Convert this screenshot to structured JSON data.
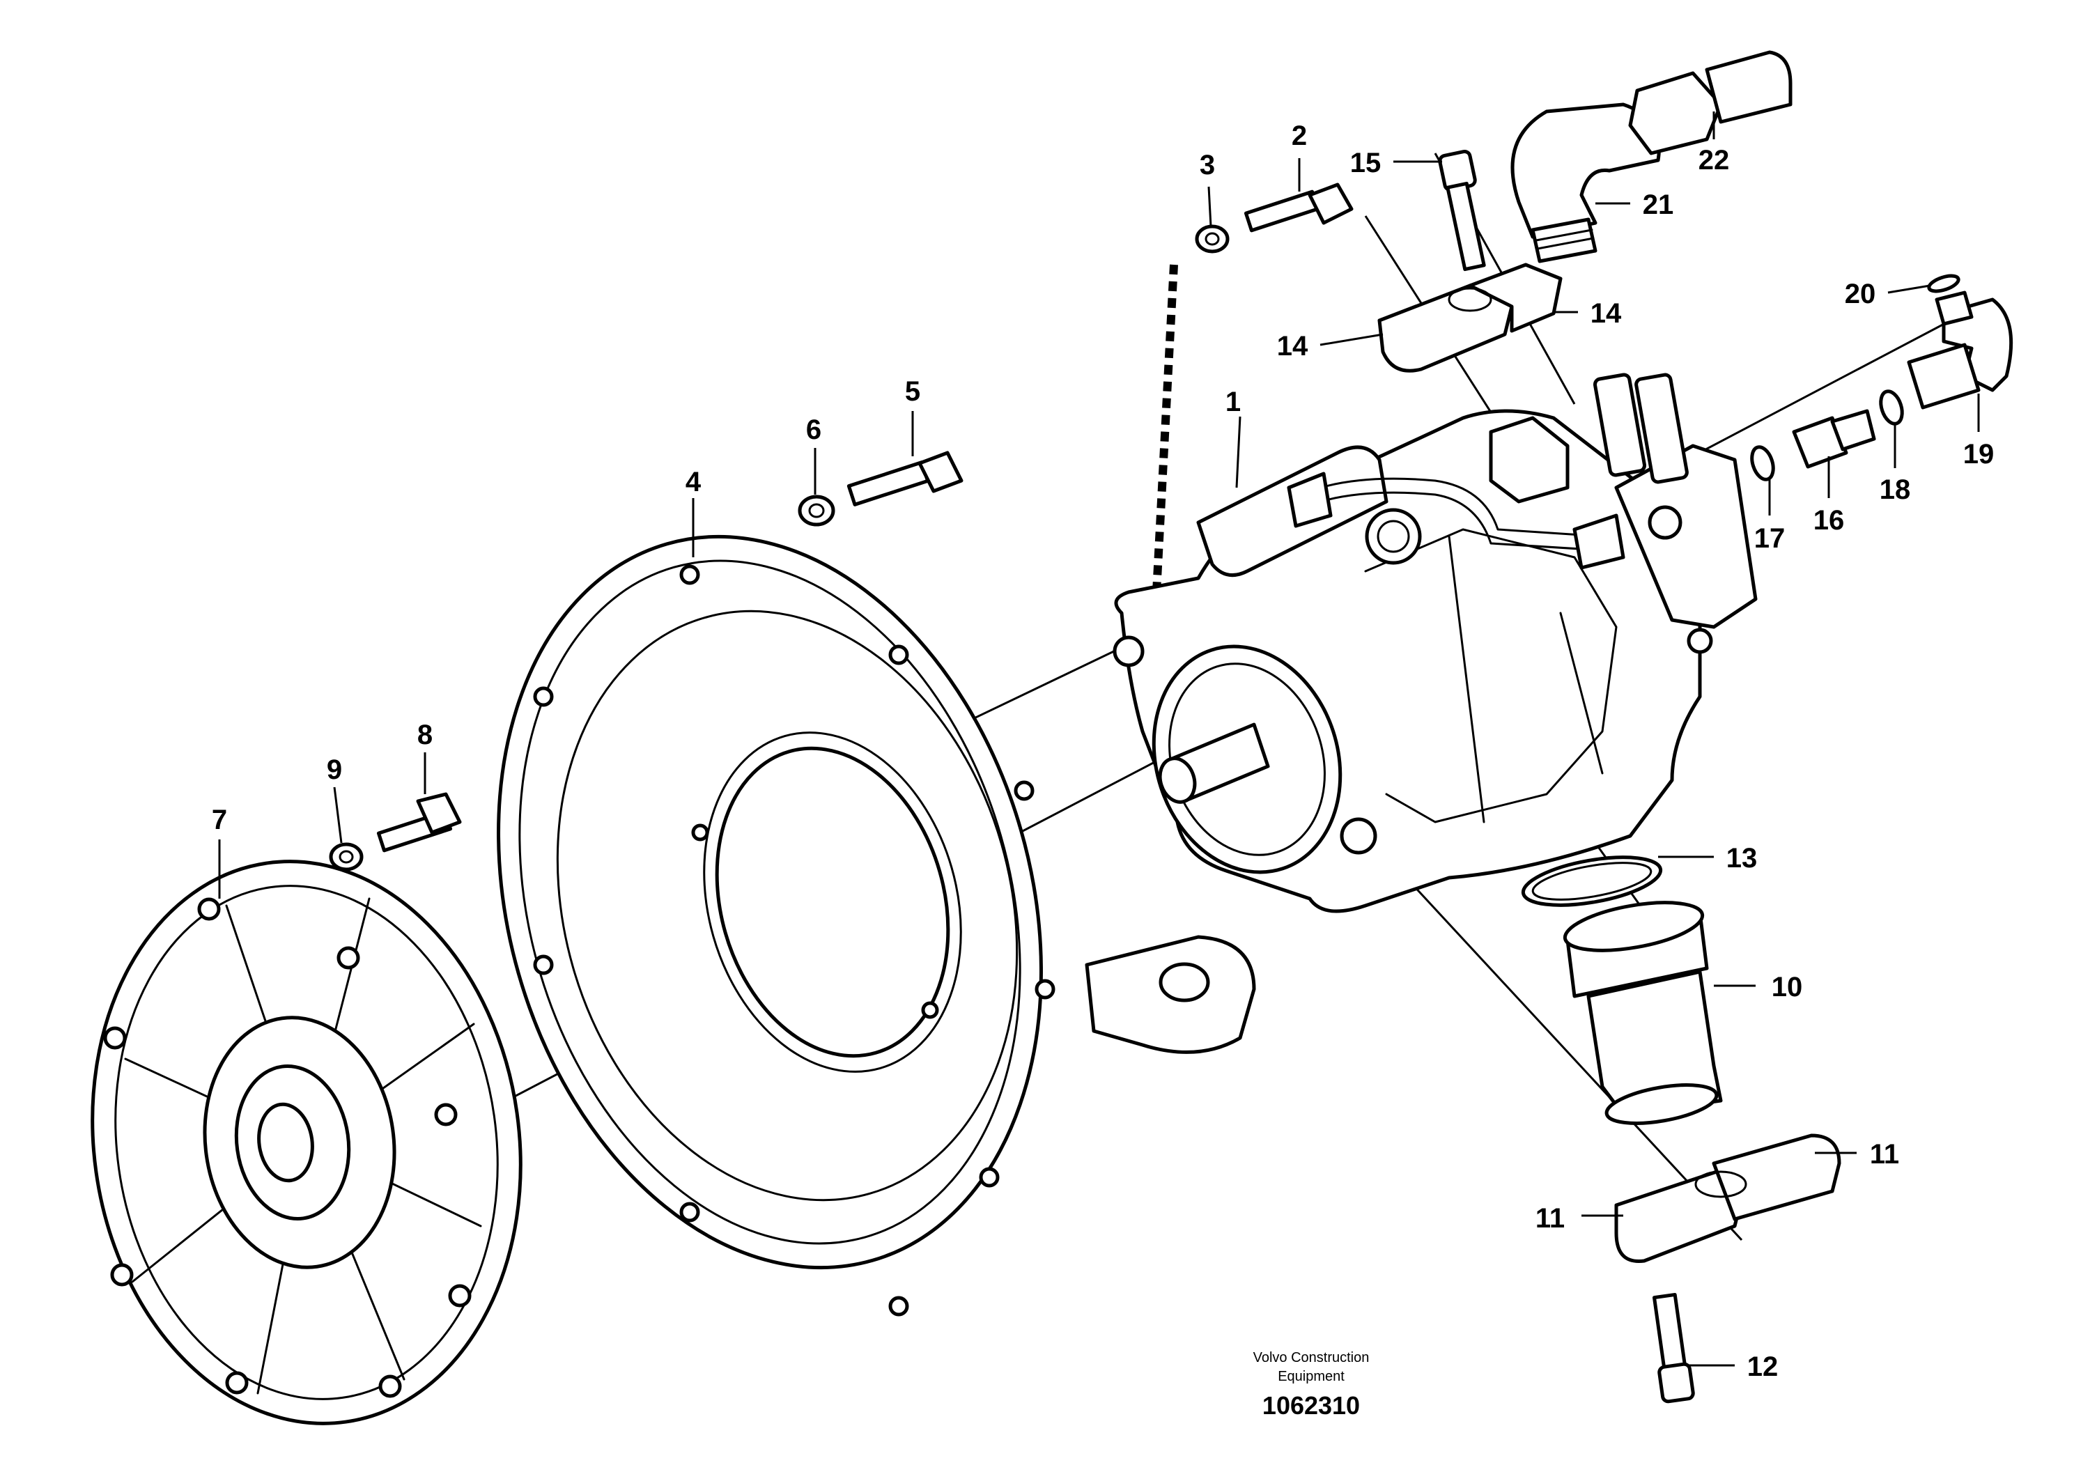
{
  "diagram": {
    "callouts": [
      "1",
      "2",
      "3",
      "4",
      "5",
      "6",
      "7",
      "8",
      "9",
      "10",
      "11",
      "11",
      "12",
      "13",
      "14",
      "14",
      "15",
      "16",
      "17",
      "18",
      "19",
      "20",
      "21",
      "22"
    ],
    "brand_line_1": "Volvo Construction",
    "brand_line_2": "Equipment",
    "figure_number": "1062310"
  }
}
